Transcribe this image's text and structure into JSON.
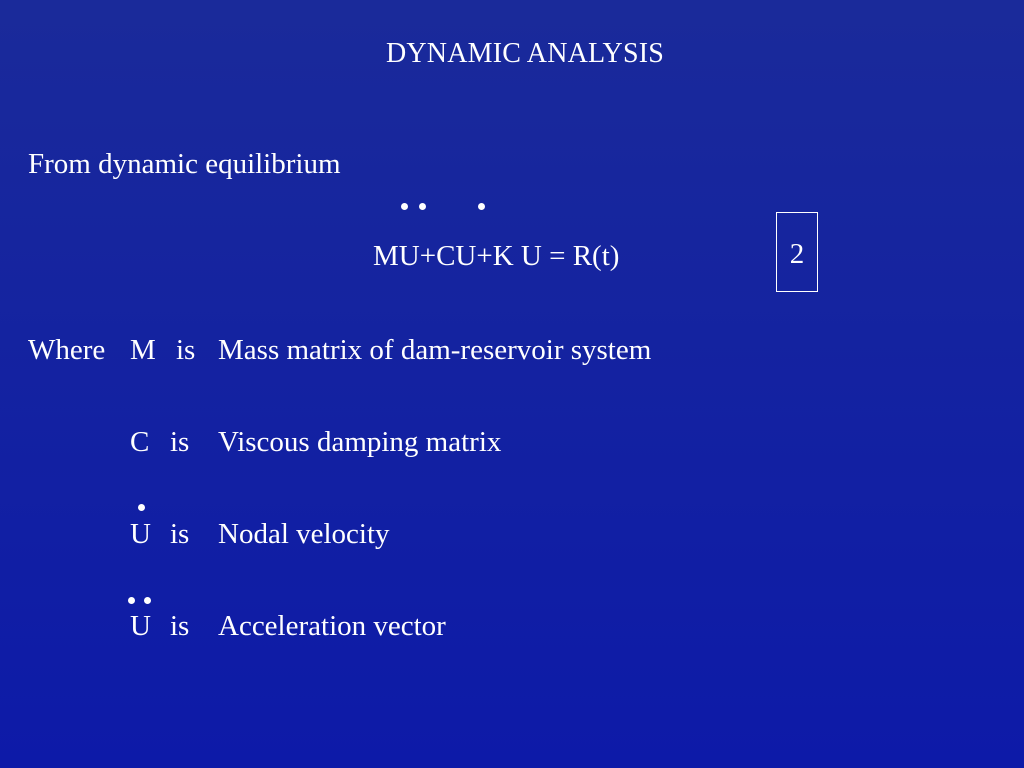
{
  "slide": {
    "title": "DYNAMIC ANALYSIS",
    "intro": "From dynamic equilibrium",
    "equation": {
      "text": "MU+CU+K U = R(t)",
      "number": "2"
    },
    "where_label": "Where",
    "definitions": [
      {
        "symbol": "M",
        "is": "is",
        "text": "Mass matrix of dam-reservoir system"
      },
      {
        "symbol": "C",
        "is": "is",
        "text": "Viscous damping matrix"
      },
      {
        "symbol": "U",
        "is": "is",
        "text": "Nodal velocity"
      },
      {
        "symbol": "U",
        "is": "is",
        "text": "Acceleration vector"
      }
    ]
  },
  "colors": {
    "background": "#1424a6",
    "text": "#ffffff"
  }
}
